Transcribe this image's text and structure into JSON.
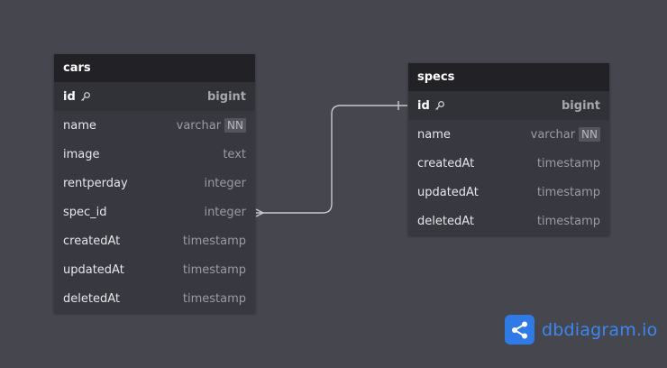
{
  "tables": [
    {
      "name": "cars",
      "columns": [
        {
          "name": "id",
          "type": "bigint",
          "pk": true,
          "nn": false
        },
        {
          "name": "name",
          "type": "varchar",
          "pk": false,
          "nn": true
        },
        {
          "name": "image",
          "type": "text",
          "pk": false,
          "nn": false
        },
        {
          "name": "rentperday",
          "type": "integer",
          "pk": false,
          "nn": false
        },
        {
          "name": "spec_id",
          "type": "integer",
          "pk": false,
          "nn": false
        },
        {
          "name": "createdAt",
          "type": "timestamp",
          "pk": false,
          "nn": false
        },
        {
          "name": "updatedAt",
          "type": "timestamp",
          "pk": false,
          "nn": false
        },
        {
          "name": "deletedAt",
          "type": "timestamp",
          "pk": false,
          "nn": false
        }
      ]
    },
    {
      "name": "specs",
      "columns": [
        {
          "name": "id",
          "type": "bigint",
          "pk": true,
          "nn": false
        },
        {
          "name": "name",
          "type": "varchar",
          "pk": false,
          "nn": true
        },
        {
          "name": "createdAt",
          "type": "timestamp",
          "pk": false,
          "nn": false
        },
        {
          "name": "updatedAt",
          "type": "timestamp",
          "pk": false,
          "nn": false
        },
        {
          "name": "deletedAt",
          "type": "timestamp",
          "pk": false,
          "nn": false
        }
      ]
    }
  ],
  "nn_label": "NN",
  "relationship": {
    "from": "cars.spec_id",
    "to": "specs.id",
    "from_end": "many",
    "to_end": "one"
  },
  "brand": {
    "name": "dbdiagram.io",
    "color": "#3b87f0",
    "logo_color": "#2f7ae5"
  },
  "colors": {
    "background": "#46464f",
    "header": "#222226",
    "body": "#383840"
  }
}
